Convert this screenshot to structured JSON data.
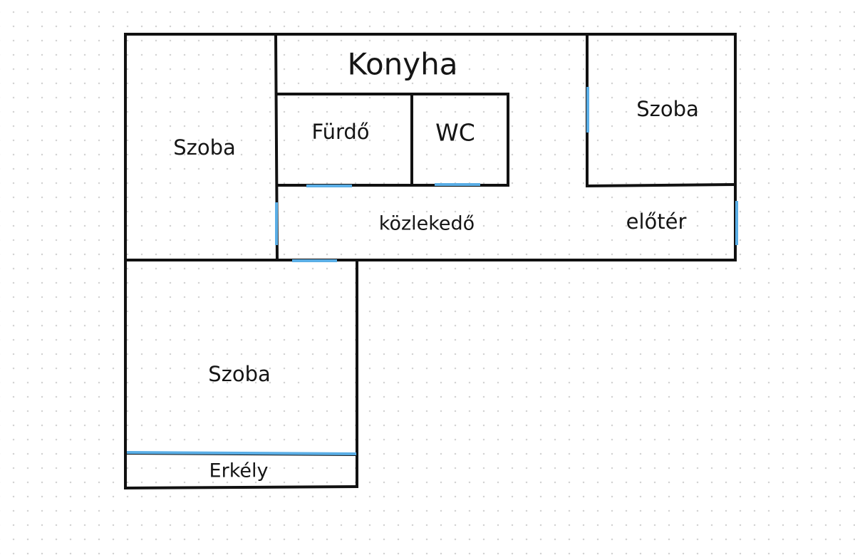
{
  "floorplan": {
    "rooms": {
      "kitchen": "Konyha",
      "bathroom": "Fürdő",
      "toilet": "WC",
      "room_left": "Szoba",
      "room_right": "Szoba",
      "room_bottom": "Szoba",
      "corridor": "közlekedő",
      "hallway": "előtér",
      "balcony": "Erkély"
    },
    "colors": {
      "walls": "#111111",
      "doors": "#5aaee6",
      "background_dots": "#d3d3d3"
    }
  }
}
